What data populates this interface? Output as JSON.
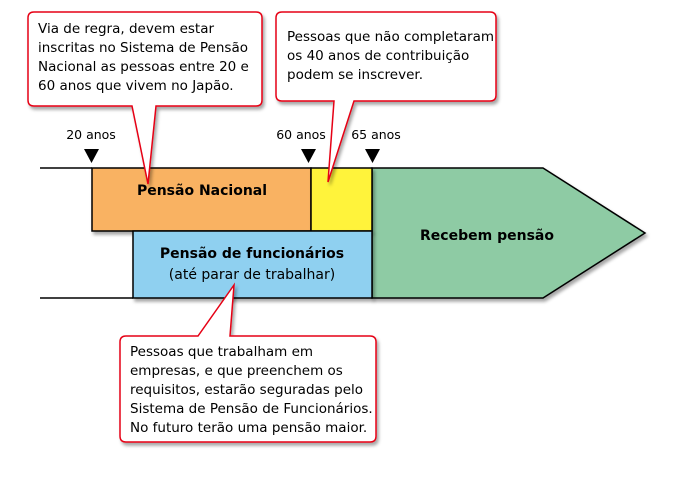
{
  "callouts": {
    "top_left": [
      "Via de regra, devem estar",
      "inscritas no Sistema de Pensão",
      "Nacional as pessoas entre 20 e",
      "60 anos que vivem no Japão."
    ],
    "top_right": [
      "Pessoas que não completaram",
      "os 40 anos de contribuição",
      "podem se inscrever."
    ],
    "bottom": [
      "Pessoas que trabalham em",
      "empresas, e que preenchem os",
      "requisitos, estarão seguradas pelo",
      "Sistema de Pensão de Funcionários.",
      "No futuro terão uma pensão maior."
    ]
  },
  "ages": {
    "age_20": "20 anos",
    "age_60": "60 anos",
    "age_65": "65 anos"
  },
  "blocks": {
    "national": "Pensão Nacional",
    "employees": "Pensão de funcionários",
    "employees_note": "(até parar de trabalhar)",
    "receive": "Recebem pensão"
  },
  "colors": {
    "national": "#f9b262",
    "optional": "#fff33b",
    "employees": "#8fd0f0",
    "receive": "#8ecba4",
    "callout_border": "#e60012"
  }
}
